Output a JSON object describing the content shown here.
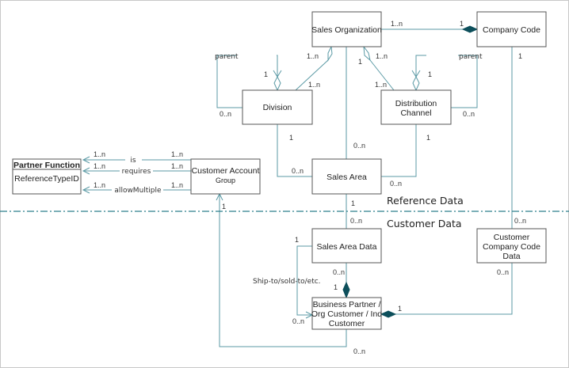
{
  "diagram": {
    "zones": {
      "reference": "Reference Data",
      "customer": "Customer Data"
    },
    "entities": {
      "sales_org": [
        "Sales Organization"
      ],
      "company_code": [
        "Company Code"
      ],
      "division": [
        "Division"
      ],
      "distribution_channel": [
        "Distribution",
        "Channel"
      ],
      "sales_area": [
        "Sales Area"
      ],
      "customer_account_group": {
        "title": "Customer Account",
        "subtitle": "Group"
      },
      "partner_function": {
        "title": "Partner Function",
        "attribute": "ReferenceTypeID"
      },
      "sales_area_data": [
        "Sales Area Data"
      ],
      "customer_company_code_data": [
        "Customer",
        "Company Code",
        "Data"
      ],
      "business_partner": [
        "Business Partner /",
        "Org Customer / Ind",
        "Customer"
      ]
    },
    "relations": {
      "salesorg_companycode": {
        "from_mult": "1..n",
        "to_mult": "1"
      },
      "salesorg_division": {
        "org_mult": "1..n",
        "div_mult": "1..n"
      },
      "salesorg_distchannel": {
        "org_mult": "1..n",
        "dc_mult": "1..n"
      },
      "salesorg_salesarea": {
        "org_mult": "1",
        "sa_mult": "0..n"
      },
      "division_parent": {
        "label": "parent",
        "parent_mult": "1",
        "child_mult": "0..n"
      },
      "distchannel_parent": {
        "label": "parent",
        "parent_mult": "1",
        "child_mult": "0..n"
      },
      "division_salesarea": {
        "div_mult": "1",
        "sa_mult": "0..n"
      },
      "distchannel_salesarea": {
        "dc_mult": "1",
        "sa_mult": "0..n"
      },
      "companycode_custcc": {
        "cc_mult": "1",
        "custcc_mult": "0..n"
      },
      "salesarea_salesareadata": {
        "sa_mult": "1",
        "sad_mult": "0..n"
      },
      "pf_is": {
        "label": "is",
        "pf_mult": "1..n",
        "cag_mult": "1..n"
      },
      "pf_requires": {
        "label": "requires",
        "pf_mult": "1..n",
        "cag_mult": "1..n"
      },
      "pf_allow": {
        "label": "allowMultiple",
        "pf_mult": "1..n",
        "cag_mult": "1..n"
      },
      "sad_bp": {
        "sad_mult": "0..n",
        "bp_mult": "1"
      },
      "shipto": {
        "label": "Ship-to/sold-to/etc.",
        "sad_mult": "1",
        "bp_mult": "0..n"
      },
      "custcc_bp": {
        "custcc_mult": "0..n",
        "bp_mult": "1"
      },
      "bp_cag": {
        "cag_mult": "1",
        "bp_mult": "0..n"
      }
    }
  }
}
